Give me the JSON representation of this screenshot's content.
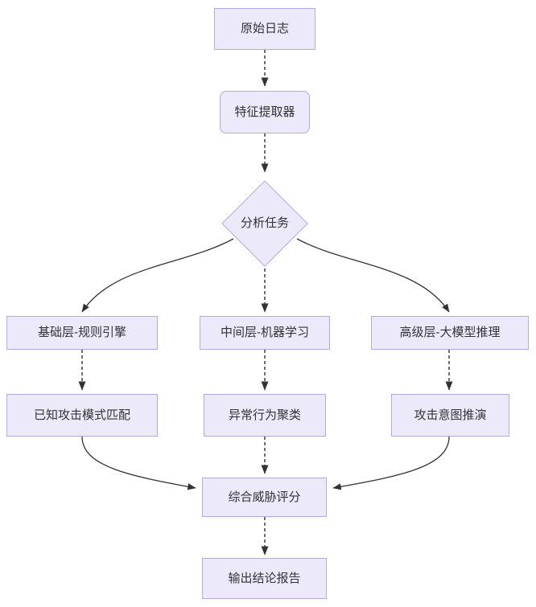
{
  "diagram": {
    "type": "flowchart",
    "direction": "top-to-bottom",
    "title": "",
    "theme": {
      "node_fill": "#ece9fb",
      "node_border": "#b8a8e0",
      "node_text": "#333333",
      "edge_color": "#333333",
      "background": "#ffffff"
    },
    "nodes": [
      {
        "id": "raw-log",
        "label": "原始日志",
        "shape": "rectangle"
      },
      {
        "id": "feature-extractor",
        "label": "特征提取器",
        "shape": "rounded-rectangle"
      },
      {
        "id": "analysis-task",
        "label": "分析任务",
        "shape": "diamond"
      },
      {
        "id": "base-layer",
        "label": "基础层-规则引擎",
        "shape": "rectangle"
      },
      {
        "id": "middle-layer",
        "label": "中间层-机器学习",
        "shape": "rectangle"
      },
      {
        "id": "advanced-layer",
        "label": "高级层-大模型推理",
        "shape": "rectangle"
      },
      {
        "id": "known-attack-match",
        "label": "已知攻击模式匹配",
        "shape": "rectangle"
      },
      {
        "id": "anomaly-cluster",
        "label": "异常行为聚类",
        "shape": "rectangle"
      },
      {
        "id": "attack-intent",
        "label": "攻击意图推演",
        "shape": "rectangle"
      },
      {
        "id": "threat-score",
        "label": "综合威胁评分",
        "shape": "rectangle"
      },
      {
        "id": "output-report",
        "label": "输出结论报告",
        "shape": "rectangle"
      }
    ],
    "edges": [
      {
        "from": "raw-log",
        "to": "feature-extractor",
        "style": "dashed",
        "label": ""
      },
      {
        "from": "feature-extractor",
        "to": "analysis-task",
        "style": "dashed",
        "label": ""
      },
      {
        "from": "analysis-task",
        "to": "base-layer",
        "style": "solid",
        "label": ""
      },
      {
        "from": "analysis-task",
        "to": "middle-layer",
        "style": "dashed",
        "label": ""
      },
      {
        "from": "analysis-task",
        "to": "advanced-layer",
        "style": "solid",
        "label": ""
      },
      {
        "from": "base-layer",
        "to": "known-attack-match",
        "style": "dashed",
        "label": ""
      },
      {
        "from": "middle-layer",
        "to": "anomaly-cluster",
        "style": "dashed",
        "label": ""
      },
      {
        "from": "advanced-layer",
        "to": "attack-intent",
        "style": "dashed",
        "label": ""
      },
      {
        "from": "known-attack-match",
        "to": "threat-score",
        "style": "solid",
        "label": ""
      },
      {
        "from": "anomaly-cluster",
        "to": "threat-score",
        "style": "dashed",
        "label": ""
      },
      {
        "from": "attack-intent",
        "to": "threat-score",
        "style": "solid",
        "label": ""
      },
      {
        "from": "threat-score",
        "to": "output-report",
        "style": "dashed",
        "label": ""
      }
    ]
  }
}
